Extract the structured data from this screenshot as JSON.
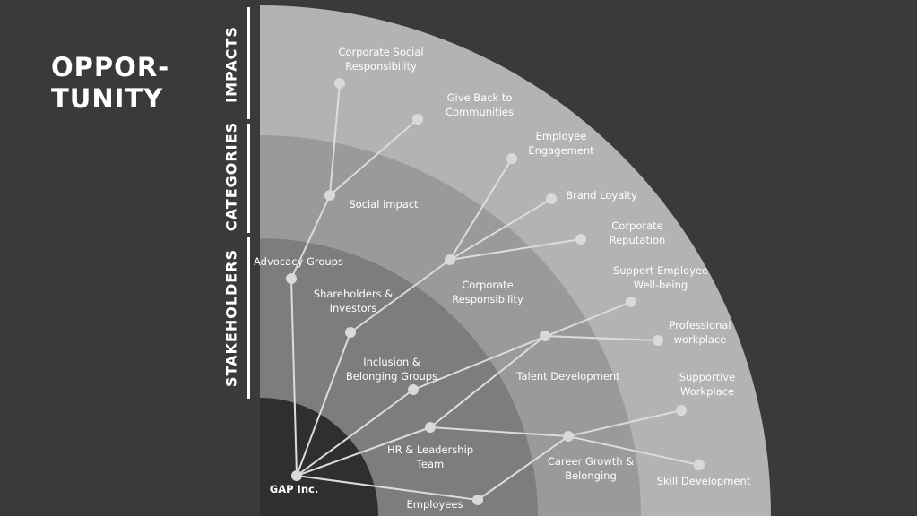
{
  "title": {
    "line1": "OPPOR-",
    "line2": "TUNITY"
  },
  "bands": {
    "impacts": "IMPACTS",
    "categories": "CATEGORIES",
    "stakeholders": "STAKEHOLDERS"
  },
  "nodes": {
    "gap": "GAP Inc.",
    "employees": "Employees",
    "hr": [
      "HR & Leadership",
      "Team"
    ],
    "inclusion": [
      "Inclusion &",
      "Belonging Groups"
    ],
    "shareholders": [
      "Shareholders &",
      "Investors"
    ],
    "advocacy": "Advocacy Groups",
    "social_impact": "Social impact",
    "corp_resp": [
      "Corporate",
      "Responsibility"
    ],
    "talent_dev": "Talent Development",
    "career_growth": [
      "Career Growth &",
      "Belonging"
    ],
    "csr": [
      "Corporate Social",
      "Responsibility"
    ],
    "give_back": [
      "Give Back to",
      "Communities"
    ],
    "engagement": [
      "Employee",
      "Engagement"
    ],
    "brand_loyalty": "Brand Loyalty",
    "reputation": [
      "Corporate",
      "Reputation"
    ],
    "wellbeing": [
      "Support Employee",
      "Well-being"
    ],
    "professional": [
      "Professional",
      "workplace"
    ],
    "supportive": [
      "Supportive",
      "Workplace"
    ],
    "skill_dev": "Skill Development"
  },
  "colors": {
    "background": "#3a3a3a",
    "ring_impacts": "#b3b3b3",
    "ring_categories": "#9a9a9a",
    "ring_stakeholders": "#7d7d7d",
    "core": "#2f2f2f",
    "node": "#d9d9d9",
    "line": "#dcdcdc"
  }
}
